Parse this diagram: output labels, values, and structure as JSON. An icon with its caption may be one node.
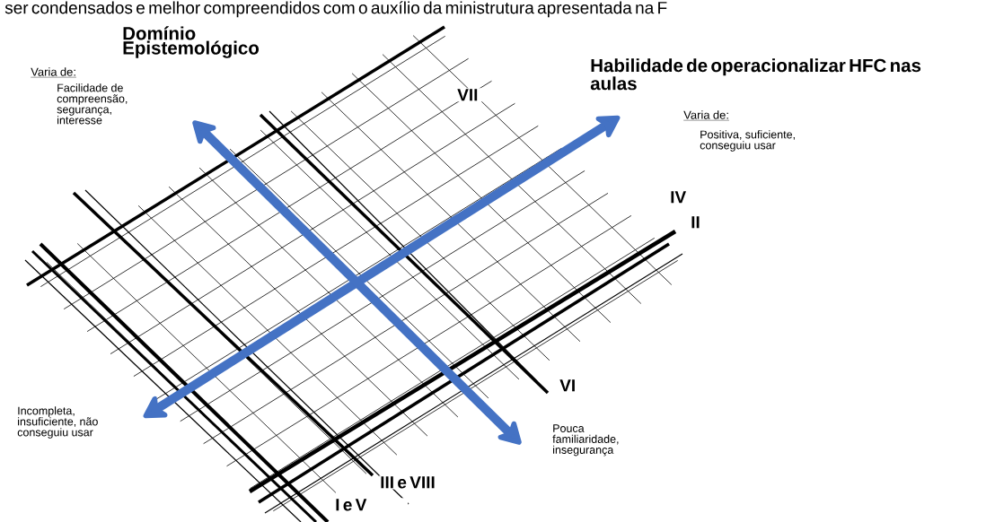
{
  "diagram": {
    "labels": [
      "ser condensados e melhor compreendidos com o auxílio da ministrutura apresentada na F",
      "Domínio Epistemológico",
      "Varia de:",
      "Facilidade de compreensão, segurança, interesse",
      "Habilidade de operacionalizar HFC nas aulas",
      "VII",
      "Varia de:",
      "Positiva, suficiente, conseguiu usar",
      "IV",
      "II",
      "VI",
      "Incompleta, insuficiente, não conseguiu usar",
      "Pouca familiaridade, insegurança",
      "III e VIII",
      "I e V"
    ]
  }
}
